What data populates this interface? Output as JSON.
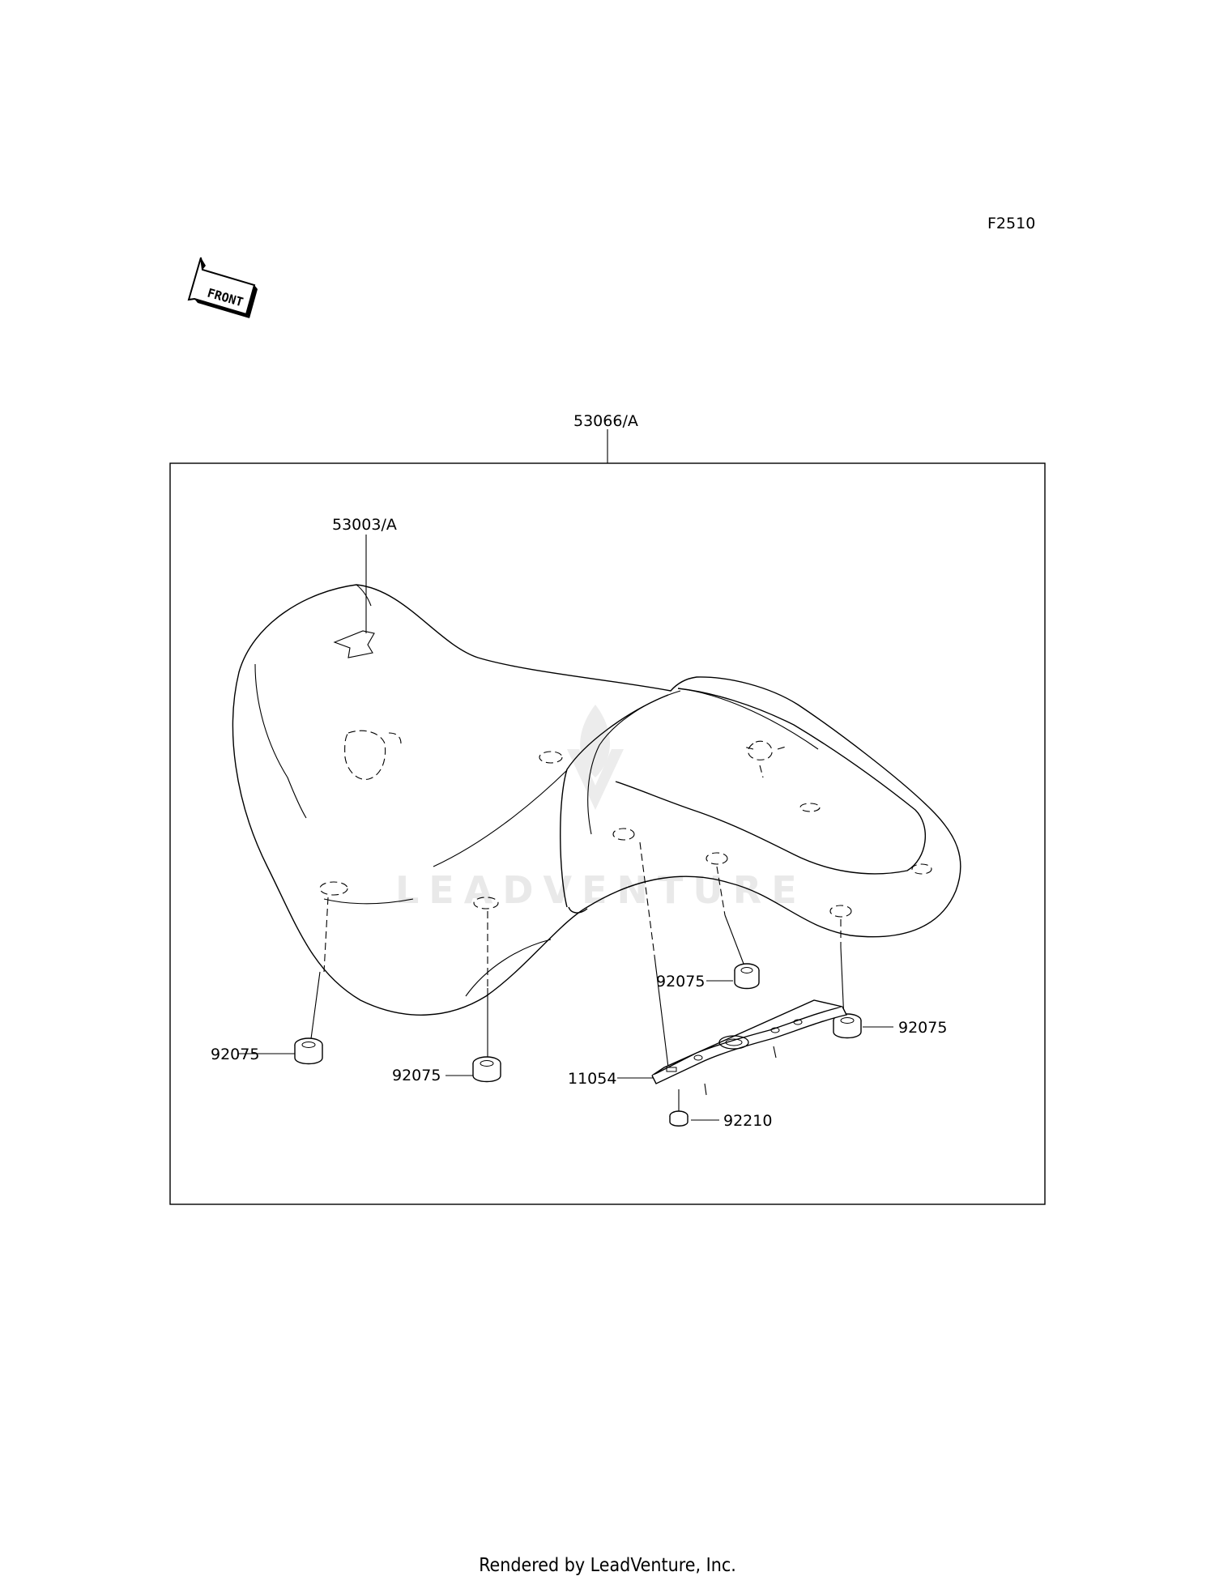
{
  "diagram_code": "F2510",
  "direction_label": "FRONT",
  "watermark": "LEADVENTURE",
  "parts": {
    "assembly": "53066/A",
    "seat_cover": "53003/A",
    "damper_left": "92075",
    "damper_center_left": "92075",
    "damper_center_right": "92075",
    "damper_right": "92075",
    "bracket": "11054",
    "nut": "92210"
  },
  "footer": "Rendered by LeadVenture, Inc."
}
